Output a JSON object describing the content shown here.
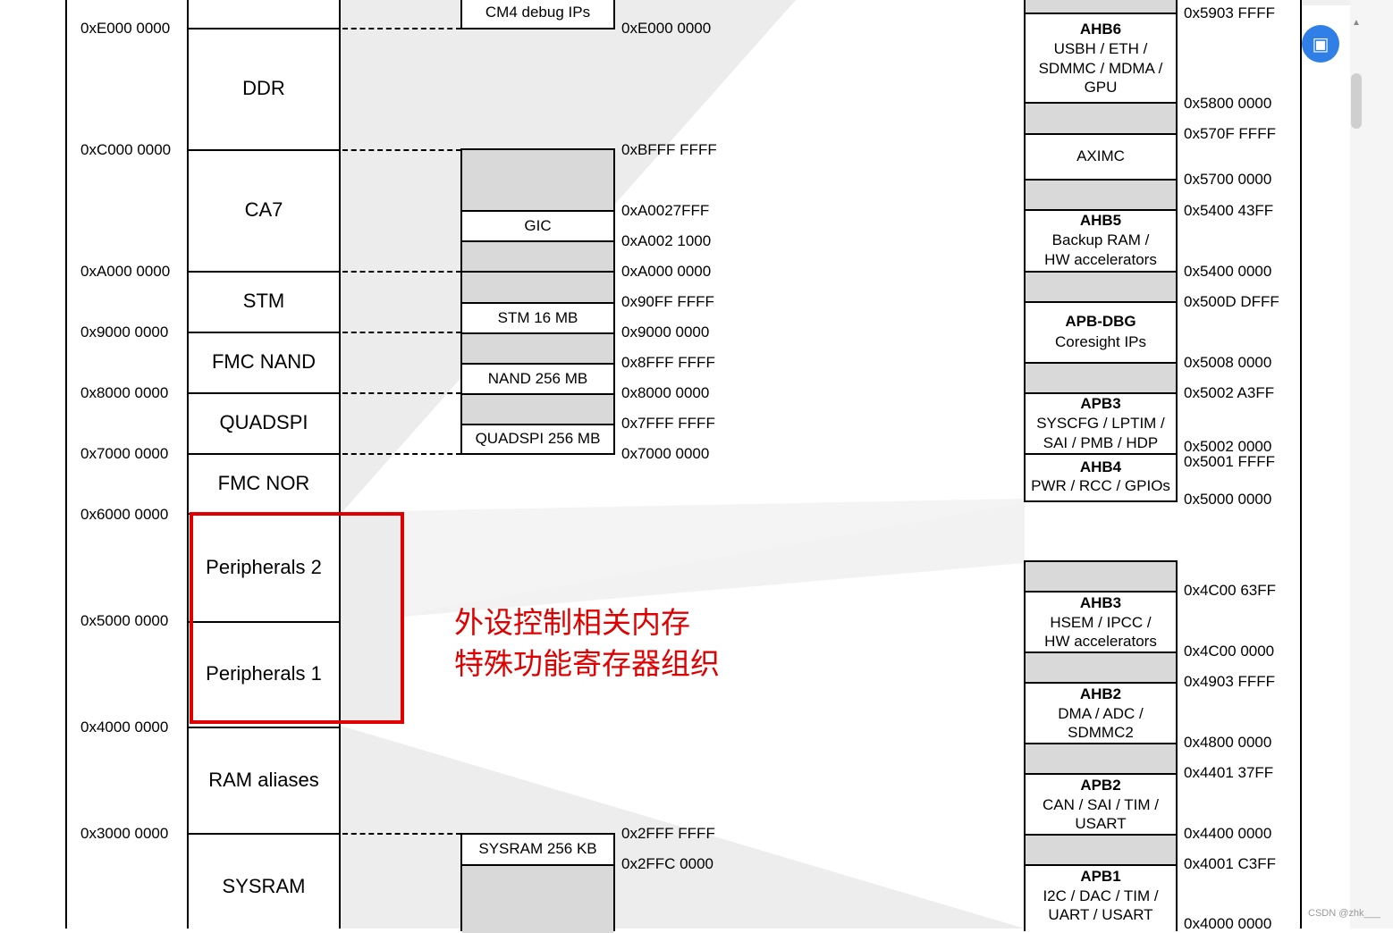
{
  "main_map": {
    "boundaries": [
      {
        "label": "0xE000 0000"
      },
      {
        "label": "0xC000 0000"
      },
      {
        "label": "0xA000 0000"
      },
      {
        "label": "0x9000 0000"
      },
      {
        "label": "0x8000 0000"
      },
      {
        "label": "0x7000 0000"
      },
      {
        "label": "0x6000 0000"
      },
      {
        "label": "0x5000 0000"
      },
      {
        "label": "0x4000 0000"
      },
      {
        "label": "0x3000 0000"
      }
    ],
    "regions": [
      "DDR",
      "CA7",
      "STM",
      "FMC NAND",
      "QUADSPI",
      "FMC NOR",
      "Peripherals 2",
      "Peripherals 1",
      "RAM aliases",
      "SYSRAM"
    ]
  },
  "middle_column": {
    "top_label": "CM4 debug IPs",
    "cells": [
      "GIC",
      "STM 16 MB",
      "NAND 256 MB",
      "QUADSPI 256 MB",
      "SYSRAM 256 KB"
    ],
    "addresses": [
      "0xE000 0000",
      "0xBFFF FFFF",
      "0xA0027FFF",
      "0xA002 1000",
      "0xA000 0000",
      "0x90FF FFFF",
      "0x9000 0000",
      "0x8FFF FFFF",
      "0x8000 0000",
      "0x7FFF FFFF",
      "0x7000 0000",
      "0x2FFF FFFF",
      "0x2FFC 0000"
    ]
  },
  "right_upper": {
    "blocks": [
      {
        "title": "AHB6",
        "desc": [
          "USBH / ETH /",
          "SDMMC / MDMA /",
          "GPU"
        ]
      },
      {
        "title": "",
        "desc": [
          "AXIMC"
        ]
      },
      {
        "title": "AHB5",
        "desc": [
          "Backup RAM /",
          "HW accelerators"
        ]
      },
      {
        "title": "APB-DBG",
        "desc": [
          "Coresight IPs"
        ]
      },
      {
        "title": "APB3",
        "desc": [
          "SYSCFG / LPTIM /",
          "SAI / PMB / HDP"
        ]
      },
      {
        "title": "AHB4",
        "desc": [
          "PWR / RCC / GPIOs"
        ]
      }
    ],
    "addresses": [
      "0x5903 FFFF",
      "0x5800 0000",
      "0x570F FFFF",
      "0x5700 0000",
      "0x5400 43FF",
      "0x5400 0000",
      "0x500D DFFF",
      "0x5008 0000",
      "0x5002 A3FF",
      "0x5002 0000",
      "0x5001 FFFF",
      "0x5000 0000"
    ]
  },
  "right_lower": {
    "blocks": [
      {
        "title": "AHB3",
        "desc": [
          "HSEM / IPCC /",
          "HW accelerators"
        ]
      },
      {
        "title": "AHB2",
        "desc": [
          "DMA / ADC /",
          "SDMMC2"
        ]
      },
      {
        "title": "APB2",
        "desc": [
          "CAN / SAI / TIM /",
          "USART"
        ]
      },
      {
        "title": "APB1",
        "desc": [
          "I2C / DAC / TIM /",
          "UART / USART"
        ]
      }
    ],
    "addresses": [
      "0x4C00 63FF",
      "0x4C00 0000",
      "0x4903 FFFF",
      "0x4800 0000",
      "0x4401 37FF",
      "0x4400 0000",
      "0x4001 C3FF",
      "0x4000 0000"
    ]
  },
  "annotation": {
    "line1": "外设控制相关内存",
    "line2": "特殊功能寄存器组织",
    "color": "#e00000"
  },
  "watermark": "CSDN @zhk___",
  "colors": {
    "reserved_gray": "#d9d9d9",
    "highlight_red": "#e00000",
    "fab_blue": "#2f7fe6"
  }
}
